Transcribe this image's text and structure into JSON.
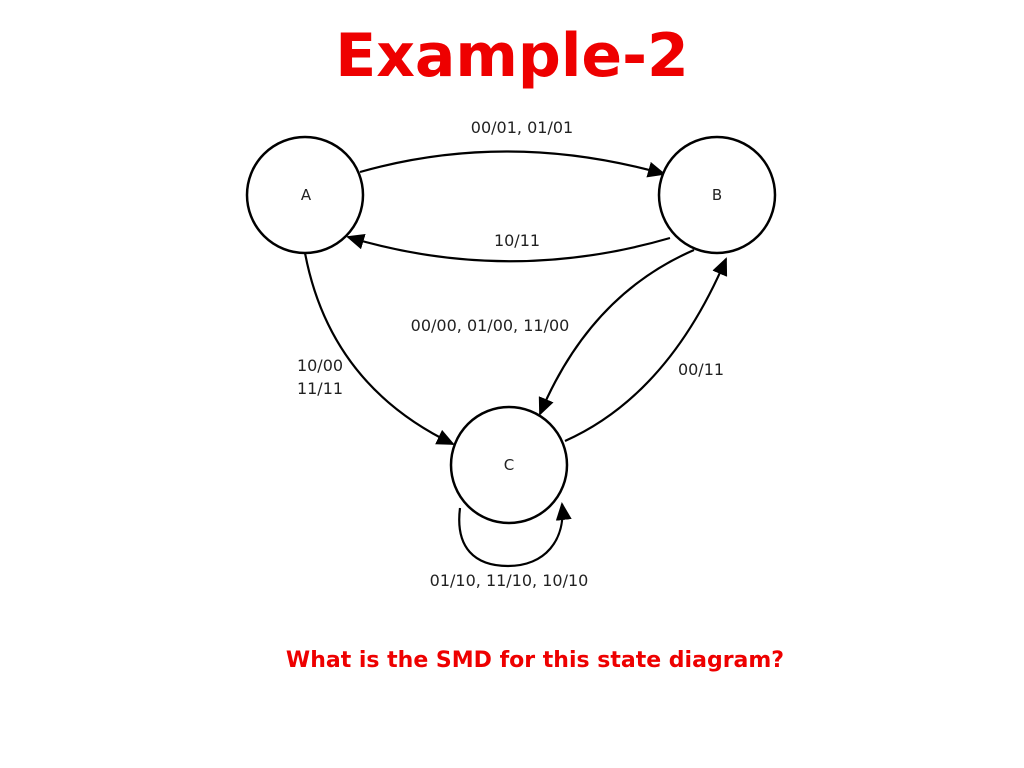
{
  "title": "Example-2",
  "question": "What is the SMD for this state diagram?",
  "colors": {
    "accent": "#ee0000",
    "ink": "#000000"
  },
  "states": {
    "a": "A",
    "b": "B",
    "c": "C"
  },
  "transitions": {
    "a_to_b": "00/01, 01/01",
    "b_to_a": "10/11",
    "a_to_c_line1": "10/00",
    "a_to_c_line2": "11/11",
    "b_to_c": "00/00, 01/00, 11/00",
    "c_to_b": "00/11",
    "c_self": "01/10, 11/10, 10/10"
  }
}
